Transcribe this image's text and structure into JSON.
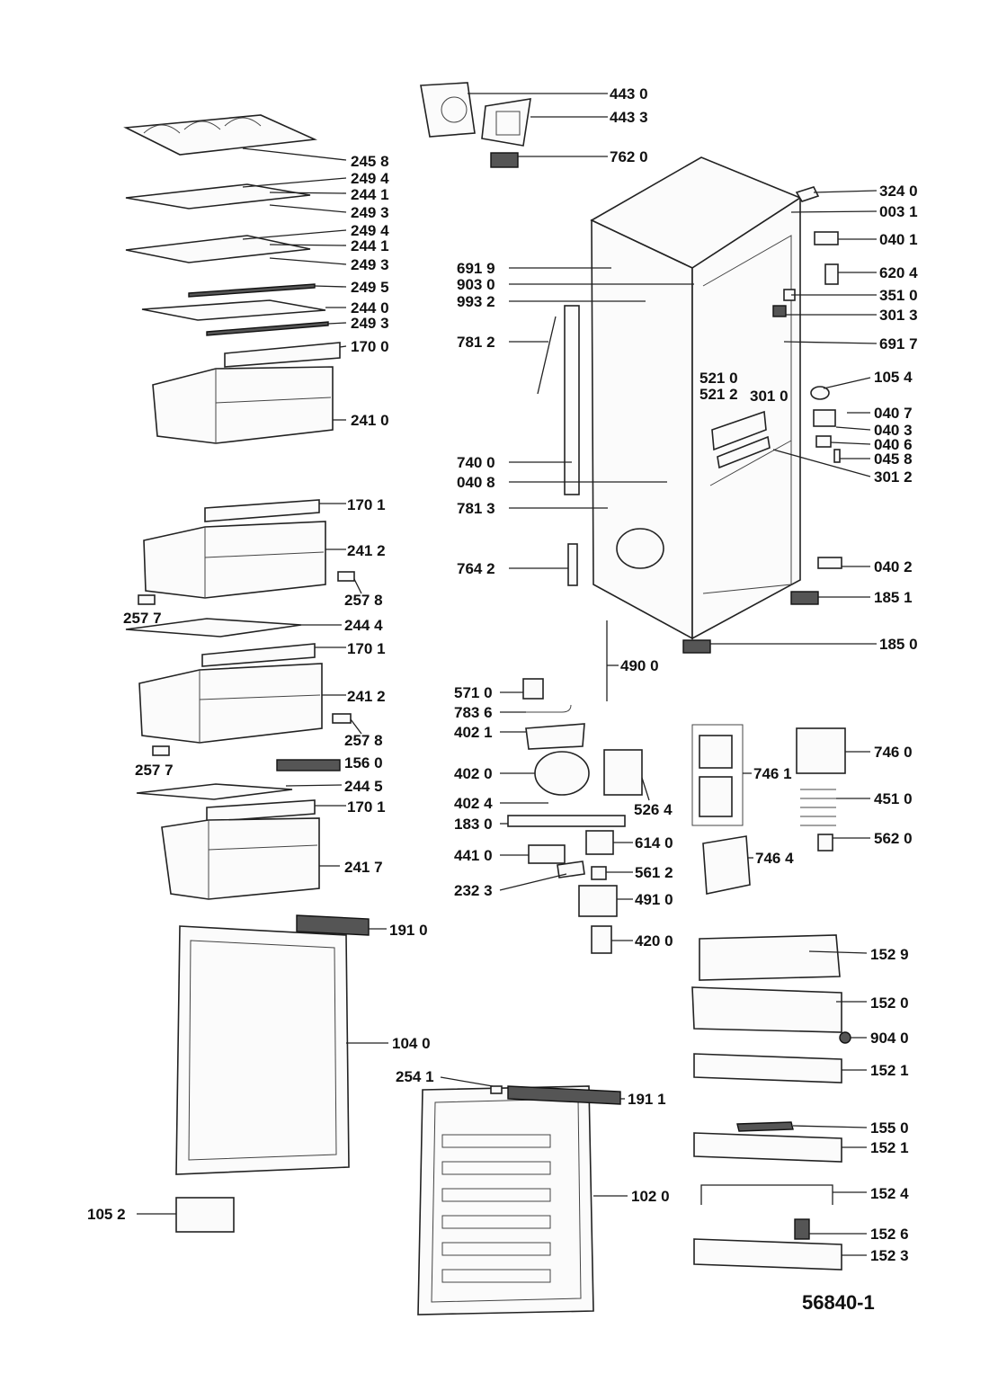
{
  "drawing_id": "56840-1",
  "labels": {
    "l_4430": "443 0",
    "l_4433": "443 3",
    "l_7620": "762 0",
    "l_2458": "245 8",
    "l_2494a": "249 4",
    "l_2441a": "244 1",
    "l_2493a": "249 3",
    "l_2494b": "249 4",
    "l_2441b": "244 1",
    "l_2493b": "249 3",
    "l_2495": "249 5",
    "l_2440": "244 0",
    "l_2493c": "249 3",
    "l_1700": "170 0",
    "l_2410": "241 0",
    "l_1701a": "170 1",
    "l_2412a": "241 2",
    "l_2578a": "257 8",
    "l_2577a": "257 7",
    "l_2444": "244 4",
    "l_1701b": "170 1",
    "l_2412b": "241 2",
    "l_2578b": "257 8",
    "l_2577b": "257 7",
    "l_1560": "156 0",
    "l_2445": "244 5",
    "l_1701c": "170 1",
    "l_2417": "241 7",
    "l_1910": "191 0",
    "l_1040": "104 0",
    "l_1052": "105 2",
    "l_2541": "254 1",
    "l_1911": "191 1",
    "l_1020": "102 0",
    "l_6919": "691 9",
    "l_9030": "903 0",
    "l_9932": "993 2",
    "l_7812": "781 2",
    "l_7400": "740 0",
    "l_0408": "040 8",
    "l_7813": "781 3",
    "l_7642": "764 2",
    "l_5210": "521 0",
    "l_5212": "521 2",
    "l_3010": "301 0",
    "l_3240": "324 0",
    "l_0031": "003 1",
    "l_0401": "040 1",
    "l_6204": "620 4",
    "l_3510": "351 0",
    "l_3013": "301 3",
    "l_6917": "691 7",
    "l_1054": "105 4",
    "l_0407": "040 7",
    "l_0403": "040 3",
    "l_0406": "040 6",
    "l_0458": "045 8",
    "l_3012": "301 2",
    "l_0402": "040 2",
    "l_1851": "185 1",
    "l_1850": "185 0",
    "l_4900": "490 0",
    "l_5710": "571 0",
    "l_7836": "783 6",
    "l_4021": "402 1",
    "l_4020": "402 0",
    "l_4024": "402 4",
    "l_1830": "183 0",
    "l_5264": "526 4",
    "l_4410": "441 0",
    "l_6140": "614 0",
    "l_2323": "232 3",
    "l_5612": "561 2",
    "l_4910": "491 0",
    "l_4200": "420 0",
    "l_7461": "746 1",
    "l_7460": "746 0",
    "l_4510": "451 0",
    "l_5620": "562 0",
    "l_7464": "746 4",
    "l_1529": "152 9",
    "l_1520": "152 0",
    "l_9040": "904 0",
    "l_1521a": "152 1",
    "l_1550": "155 0",
    "l_1521b": "152 1",
    "l_1524": "152 4",
    "l_1526": "152 6",
    "l_1523": "152 3"
  }
}
